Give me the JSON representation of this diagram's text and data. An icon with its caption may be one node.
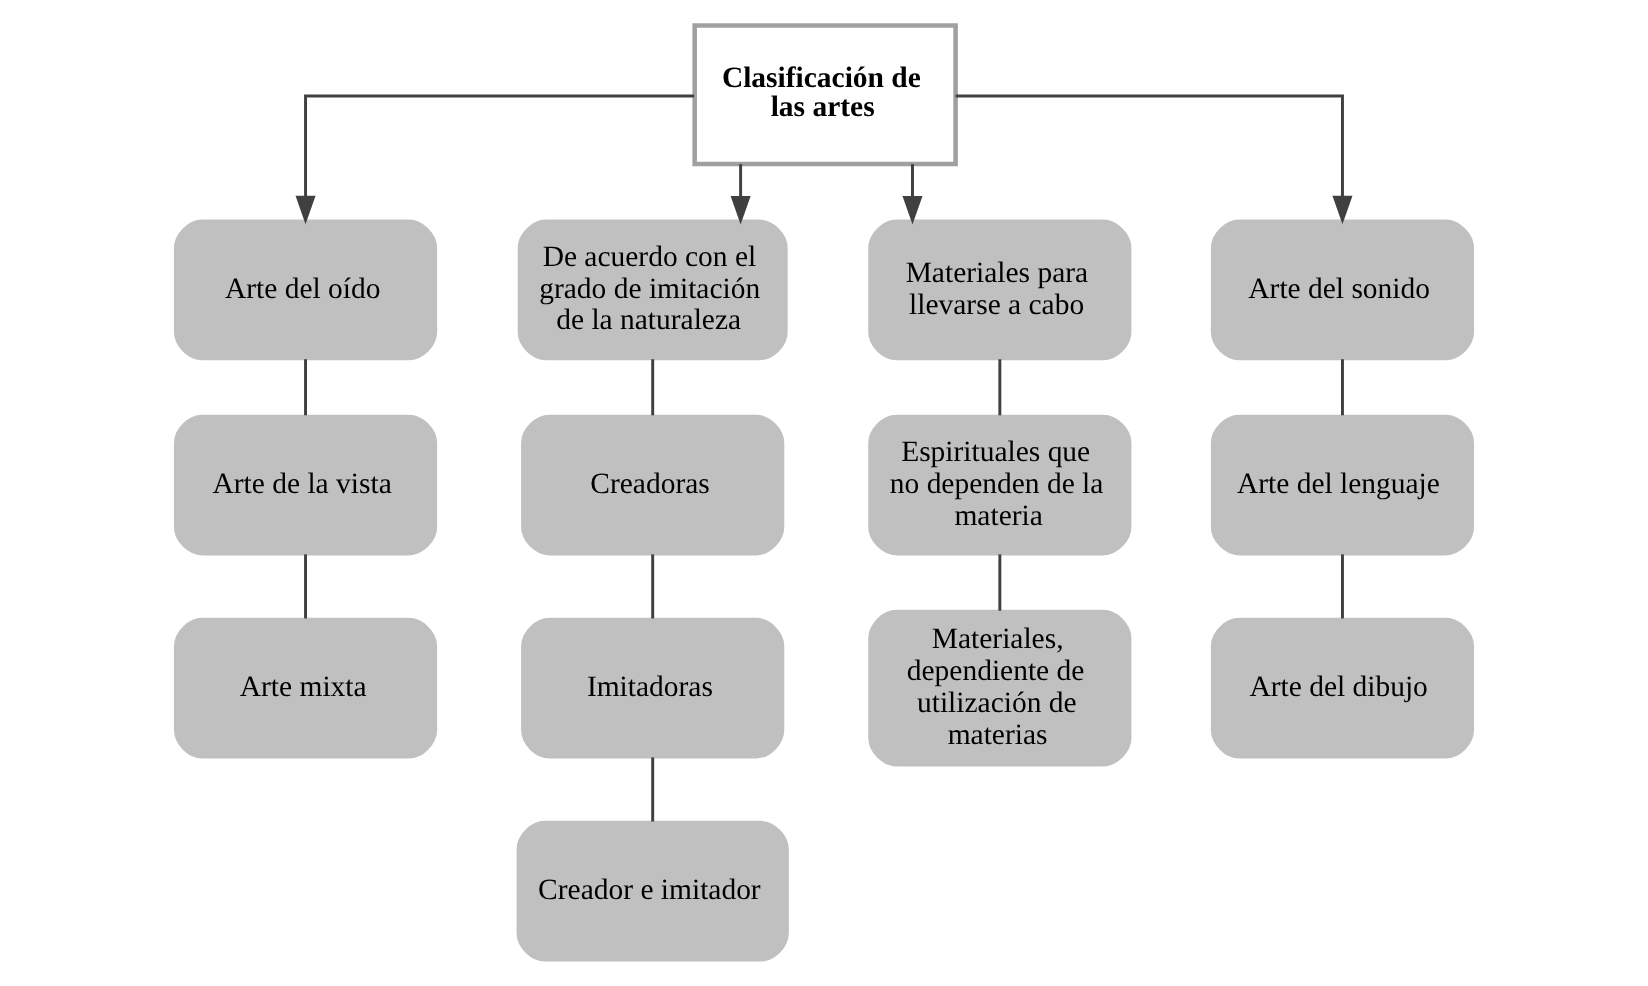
{
  "diagram": {
    "nodes": [
      {
        "text": [
          "Clasificación de las artes"
        ]
      },
      {
        "text": [
          "Arte del oído"
        ]
      },
      {
        "text": [
          "Arte de la vista"
        ]
      },
      {
        "text": [
          "Arte mixta"
        ]
      },
      {
        "text": [
          "De acuerdo con el grado de imitación de la naturaleza"
        ]
      },
      {
        "text": [
          "Creadoras"
        ]
      },
      {
        "text": [
          "Imitadoras"
        ]
      },
      {
        "text": [
          "Creador e imitador"
        ]
      },
      {
        "text": [
          "Materiales para llevarse a cabo"
        ]
      },
      {
        "text": [
          "Espirituales que no dependen de la materia"
        ]
      },
      {
        "text": [
          "Materiales, dependiente de utilización de materias"
        ]
      },
      {
        "text": [
          "Arte del sonido"
        ]
      },
      {
        "text": [
          "Arte del lenguaje"
        ]
      },
      {
        "text": [
          "Arte del dibujo"
        ]
      }
    ],
    "edges": [
      {
        "from": 0,
        "to": 1,
        "arrow": "to"
      },
      {
        "from": 0,
        "to": 4,
        "arrow": "to"
      },
      {
        "from": 0,
        "to": 8,
        "arrow": "to"
      },
      {
        "from": 0,
        "to": 11,
        "arrow": "to"
      },
      {
        "from": 1,
        "to": 2,
        "arrow": "none"
      },
      {
        "from": 2,
        "to": 3,
        "arrow": "none"
      },
      {
        "from": 4,
        "to": 5,
        "arrow": "none"
      },
      {
        "from": 5,
        "to": 6,
        "arrow": "none"
      },
      {
        "from": 6,
        "to": 7,
        "arrow": "none"
      },
      {
        "from": 8,
        "to": 9,
        "arrow": "none"
      },
      {
        "from": 9,
        "to": 10,
        "arrow": "none"
      },
      {
        "from": 11,
        "to": 12,
        "arrow": "none"
      },
      {
        "from": 12,
        "to": 13,
        "arrow": "none"
      }
    ]
  }
}
